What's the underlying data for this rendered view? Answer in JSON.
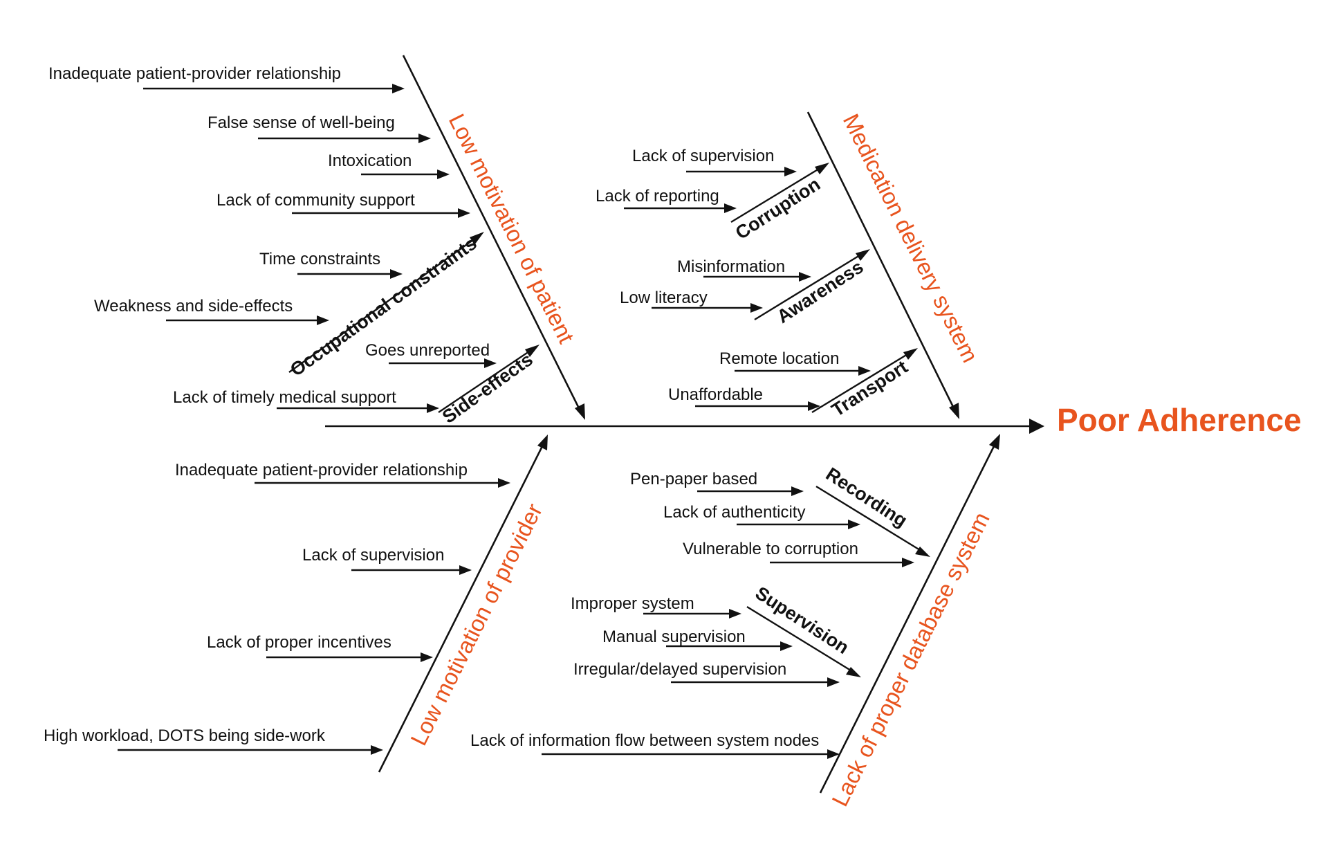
{
  "effect": "Poor Adherence",
  "colors": {
    "accent": "#e8541e",
    "ink": "#111111",
    "background": "#ffffff"
  },
  "categories": {
    "patient": "Low motivation of patient",
    "medication": "Medication delivery system",
    "provider": "Low motivation of provider",
    "database": "Lack of proper database system"
  },
  "subcategories": {
    "occupational": "Occupational constraints",
    "side_effects": "Side-effects",
    "corruption": "Corruption",
    "awareness": "Awareness",
    "transport": "Transport",
    "recording": "Recording",
    "supervision": "Supervision"
  },
  "causes": {
    "patient_relationship": "Inadequate patient-provider relationship",
    "false_sense": "False sense of well-being",
    "intoxication": "Intoxication",
    "community_support": "Lack of community support",
    "time_constraints": "Time constraints",
    "weakness": "Weakness and side-effects",
    "goes_unreported": "Goes unreported",
    "timely_support": "Lack of timely medical support",
    "lack_supervision_med": "Lack of supervision",
    "lack_reporting": "Lack of reporting",
    "misinformation": "Misinformation",
    "low_literacy": "Low literacy",
    "remote_location": "Remote location",
    "unaffordable": "Unaffordable",
    "provider_relationship": "Inadequate patient-provider relationship",
    "lack_supervision_prov": "Lack of supervision",
    "incentives": "Lack of proper incentives",
    "workload": "High workload, DOTS being side-work",
    "pen_paper": "Pen-paper based",
    "authenticity": "Lack of authenticity",
    "vulnerable": "Vulnerable to corruption",
    "improper_system": "Improper system",
    "manual_supervision": "Manual supervision",
    "irregular_supervision": "Irregular/delayed supervision",
    "info_flow": "Lack of information flow between system nodes"
  }
}
